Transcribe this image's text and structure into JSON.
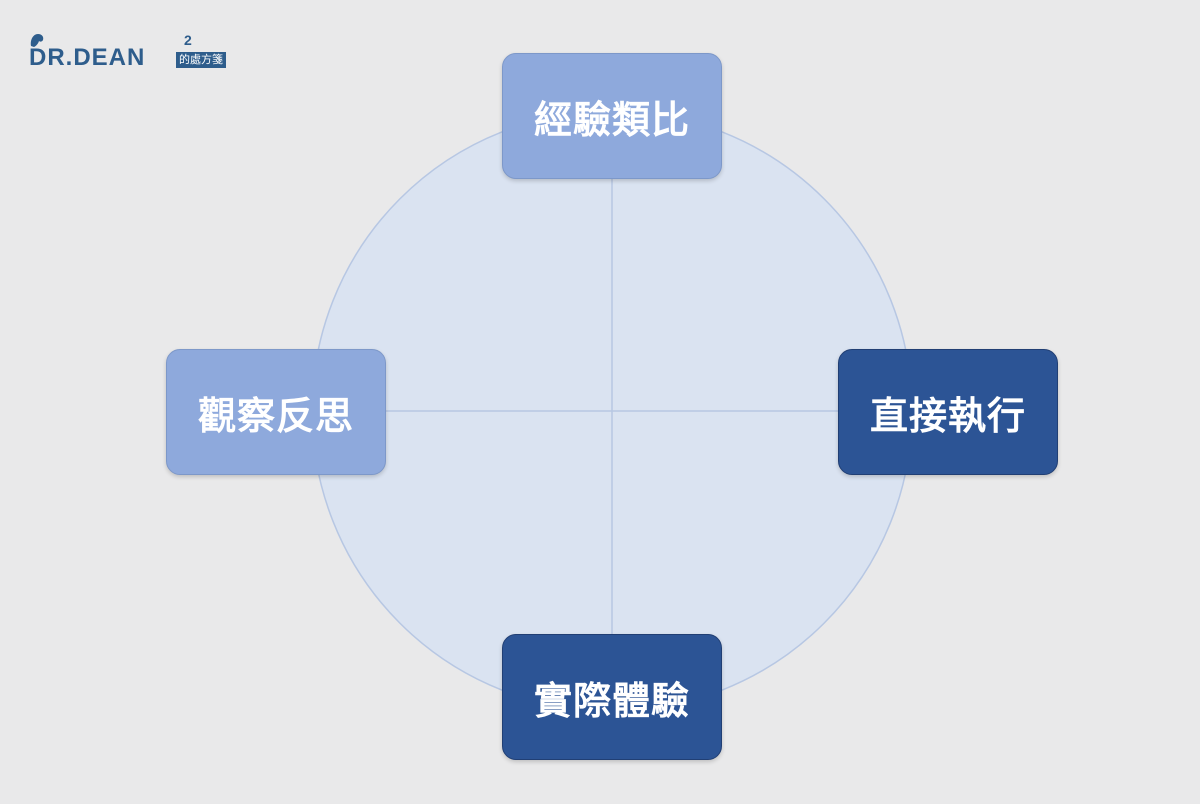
{
  "logo": {
    "text": "DR.DEAN",
    "superscript": "2",
    "badge": "的處方箋",
    "color": "#2e5d8c"
  },
  "diagram": {
    "nodes": {
      "top": "經驗類比",
      "right": "直接執行",
      "bottom": "實際體驗",
      "left": "觀察反思"
    },
    "colors": {
      "circle_fill": "#dae3f1",
      "circle_stroke": "#b7c7e3",
      "light_node": "#8ea9dc",
      "dark_node": "#2c5495",
      "background": "#e9e9ea"
    }
  }
}
